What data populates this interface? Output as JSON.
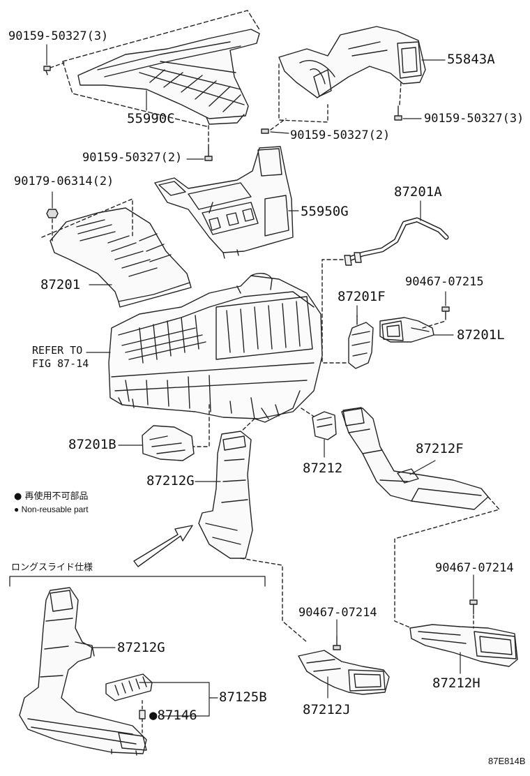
{
  "labels": {
    "p90159_top": "90159-50327(3)",
    "p55990C": "55990C",
    "p90159_mid": "90159-50327(2)",
    "p55843A": "55843A",
    "p90159_right": "90159-50327(3)",
    "p90159_center": "90159-50327(2)",
    "p90179": "90179-06314(2)",
    "p55950G": "55950G",
    "p87201A": "87201A",
    "p87201": "87201",
    "p90467_07215": "90467-07215",
    "p87201F": "87201F",
    "p87201L": "87201L",
    "refer_line1": "REFER TO",
    "refer_line2": "FIG 87-14",
    "p87201B": "87201B",
    "p87212": "87212",
    "p87212F": "87212F",
    "p87212G": "87212G",
    "legend_jp": "● 再使用不可部品",
    "legend_en": "● Non-reusable part",
    "long_slide_spec": "ロングスライド仕様",
    "p90467_07214_right": "90467-07214",
    "p90467_07214_center": "90467-07214",
    "p87212G_lower": "87212G",
    "p87125B": "87125B",
    "p87146": "●87146",
    "p87212J": "87212J",
    "p87212H": "87212H",
    "figure_code": "87E814B"
  }
}
